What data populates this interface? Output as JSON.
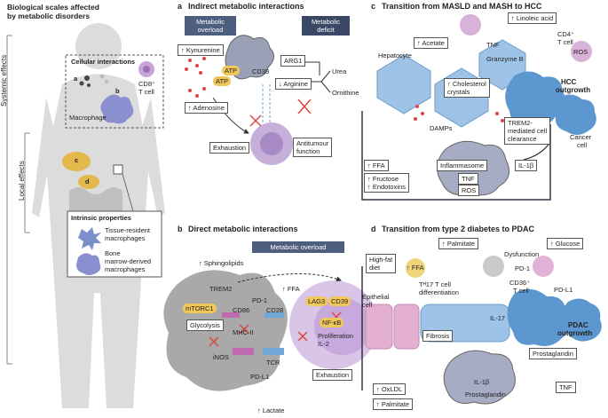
{
  "left": {
    "title_line1": "Biological scales affected",
    "title_line2": "by metabolic disorders",
    "systemic": "Systemic effects",
    "local": "Local effects",
    "cellular": "Cellular interactions",
    "a": "a",
    "b": "b",
    "c": "c",
    "d": "d",
    "cd8_1": "CD8⁺",
    "cd8_2": "T cell",
    "macrophage": "Macrophage",
    "intrinsic": "Intrinsic properties",
    "tissue1": "Tissue-resident",
    "tissue2": "macrophages",
    "bone1": "Bone",
    "bone2": "marrow-derived",
    "bone3": "macrophages"
  },
  "panel_a": {
    "letter": "a",
    "title": "Indirect metabolic interactions",
    "overload1": "Metabolic",
    "overload2": "overload",
    "deficit1": "Metabolic",
    "deficit2": "deficit",
    "kynurenine": "↑ Kynurenine",
    "atp1": "ATP",
    "atp2": "ATP",
    "cd39": "CD39",
    "arg1": "ARG1",
    "arginine": "↓ Arginine",
    "urea": "Urea",
    "ornithine": "Ornithine",
    "adenosine": "↑ Adenosine",
    "exhaustion": "Exhaustion",
    "antitumour1": "Antitumour",
    "antitumour2": "function"
  },
  "panel_b": {
    "letter": "b",
    "title": "Direct metabolic interactions",
    "overload": "Metabolic overload",
    "sphingo": "↑ Sphingolipids",
    "trem2": "TREM2",
    "ffa": "↑ FFA",
    "lag3": "LAG3",
    "cd39": "CD39",
    "mtorc1": "mTORC1",
    "pd1": "PD-1",
    "cd86": "CD86",
    "cd28": "CD28",
    "nfkb": "NF-κB",
    "glycolysis": "Glycolysis",
    "mhc": "MHC-II",
    "tcr": "TCR",
    "prolif1": "Proliferation",
    "prolif2": "IL-2",
    "inos": "iNOS",
    "pdl1": "PD-L1",
    "exhaustion": "Exhaustion",
    "lactate": "↑ Lactate"
  },
  "panel_c": {
    "letter": "c",
    "title": "Transition from MASLD and MASH to HCC",
    "linoleic": "↑ Linoleic acid",
    "hepatocyte": "Hepatocyte",
    "acetate": "↑ Acetate",
    "tnf": "TNF",
    "granzyme": "Granzyme B",
    "cd4_1": "CD4⁺",
    "cd4_2": "T cell",
    "ros": "ROS",
    "chol1": "↑ Cholesterol",
    "chol2": "crystals",
    "hcc1": "HCC",
    "hcc2": "outgrowth",
    "damps": "DAMPs",
    "trem1": "TREM2-",
    "trem2": "mediated cell",
    "trem3": "clearance",
    "cancer1": "Cancer",
    "cancer2": "cell",
    "ffa": "↑ FFA",
    "inflammasome": "Inflammasome",
    "il1b": "IL-1β",
    "fructose": "↑ Fructose",
    "endotoxins": "↑ Endotoxins",
    "tnf2": "TNF",
    "ros2": "ROS"
  },
  "panel_d": {
    "letter": "d",
    "title": "Transition from type 2 diabetes to PDAC",
    "palmitate": "↑ Palmitate",
    "glucose": "↑ Glucose",
    "hfd1": "High-fat",
    "hfd2": "diet",
    "ffa": "↑ FFA",
    "dysfunction": "Dysfunction",
    "pd1": "PD-1",
    "th17_1": "Tᴴ17 T cell",
    "th17_2": "differentiation",
    "cd36_1": "CD36⁺",
    "cd36_2": "T cell",
    "pdl1": "PD-L1",
    "epi1": "Epithelial",
    "epi2": "cell",
    "fibrosis": "Fibrosis",
    "il17": "IL-17",
    "pdac1": "PDAC",
    "pdac2": "outgrowth",
    "prostaglandin": "Prostaglandin",
    "il1b": "IL-1β",
    "oxldl": "↑ OxLDL",
    "prostaglandin2": "Prostaglandin",
    "tnf": "TNF",
    "palmitate2": "↑ Palmitate"
  },
  "colors": {
    "cell_blue": "#6fa8d6",
    "cell_purple": "#b59bd1",
    "header": "#4d5e7e",
    "yellow": "#f2c75a",
    "red": "#d9473f"
  }
}
